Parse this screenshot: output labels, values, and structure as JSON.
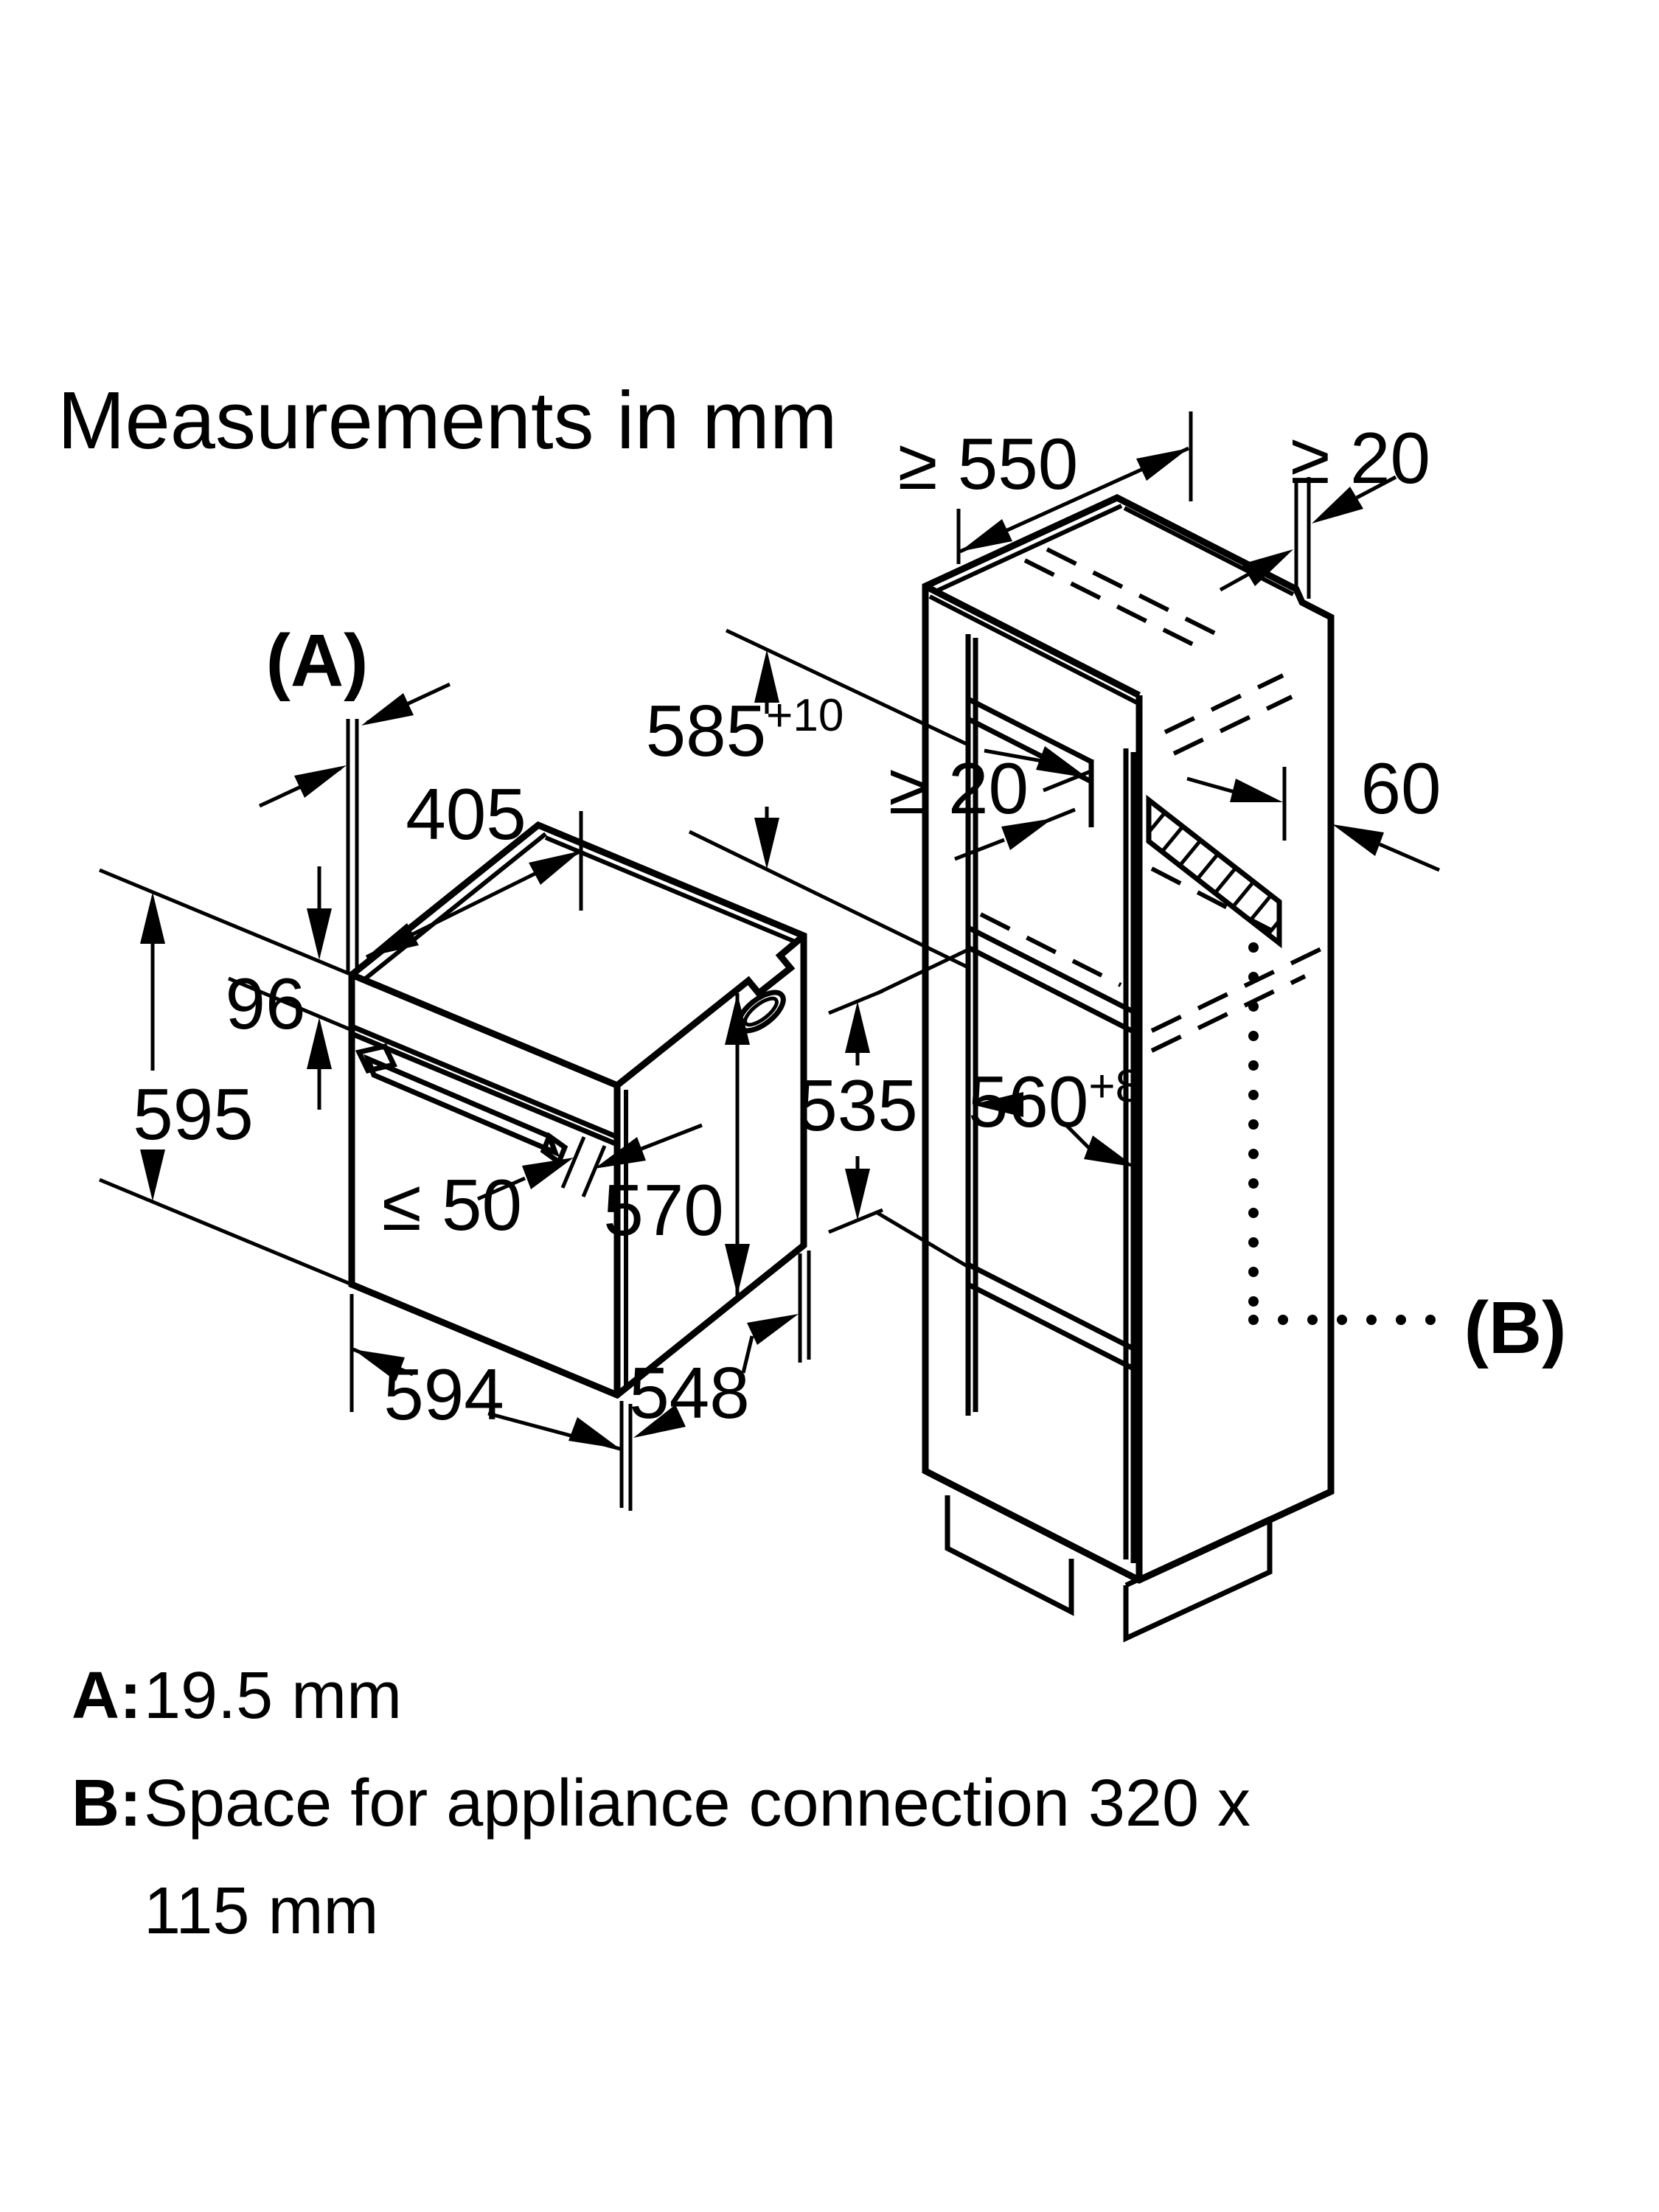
{
  "title": "Measurements in mm",
  "oven": {
    "ref_a": "(A)",
    "top_offset": "405",
    "panel_height": "96",
    "height": "595",
    "handle_depth": "≤ 50",
    "door_height": "570",
    "width": "594",
    "depth": "548"
  },
  "cabinet": {
    "top_depth": "≥ 550",
    "rear_gap_top": "≥ 20",
    "niche_height": "585",
    "niche_height_tol": "+10",
    "rear_vent_gap": "≥ 20",
    "vent_depth": "60",
    "niche_width": "560",
    "niche_width_tol": "+8",
    "base_height": "535",
    "ref_b": "(B)"
  },
  "legend": {
    "a_label": "A:",
    "a_text": "19.5 mm",
    "b_label": "B:",
    "b_text_line1": "Space for appliance connection 320 x",
    "b_text_line2": "115 mm"
  },
  "colors": {
    "ink": "#000000",
    "paper": "#ffffff"
  }
}
